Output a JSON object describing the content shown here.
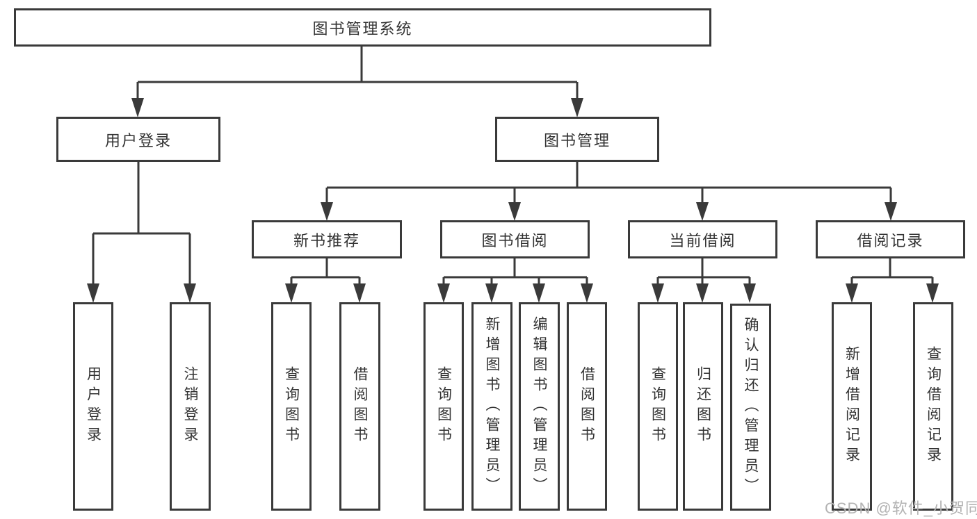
{
  "watermark": "CSDN @软件_小贺同学",
  "colors": {
    "line": "#3a3a3a",
    "box_background": "#ffffff",
    "text": "#333333",
    "watermark": "#b3b3b3"
  },
  "tree": {
    "root": {
      "label": "图书管理系统"
    },
    "branches": [
      {
        "label": "用户登录",
        "children": [
          {
            "label": "用户登录"
          },
          {
            "label": "注销登录"
          }
        ]
      },
      {
        "label": "图书管理",
        "children": [
          {
            "label": "新书推荐",
            "children": [
              {
                "label": "查询图书"
              },
              {
                "label": "借阅图书"
              }
            ]
          },
          {
            "label": "图书借阅",
            "children": [
              {
                "label": "查询图书"
              },
              {
                "label": "新增图书（管理员）"
              },
              {
                "label": "编辑图书（管理员）"
              },
              {
                "label": "借阅图书"
              }
            ]
          },
          {
            "label": "当前借阅",
            "children": [
              {
                "label": "查询图书"
              },
              {
                "label": "归还图书"
              },
              {
                "label": "确认归还（管理员）"
              }
            ]
          },
          {
            "label": "借阅记录",
            "children": [
              {
                "label": "新增借阅记录"
              },
              {
                "label": "查询借阅记录"
              }
            ]
          }
        ]
      }
    ]
  }
}
